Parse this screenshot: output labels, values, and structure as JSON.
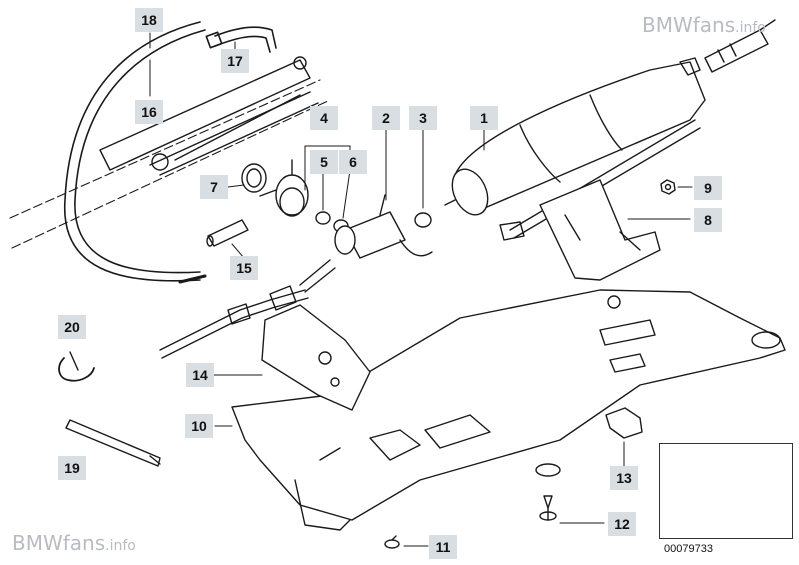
{
  "watermark": {
    "brand": "BMWfans",
    "suffix": ".info"
  },
  "diagram_number": "00079733",
  "callouts": [
    "1",
    "2",
    "3",
    "4",
    "5",
    "6",
    "7",
    "8",
    "9",
    "10",
    "11",
    "12",
    "13",
    "14",
    "15",
    "16",
    "17",
    "18",
    "19",
    "20"
  ],
  "colors": {
    "line": "#1a1a1a",
    "callout_bg": "#d9dee3",
    "watermark": "#b8bcc2"
  }
}
